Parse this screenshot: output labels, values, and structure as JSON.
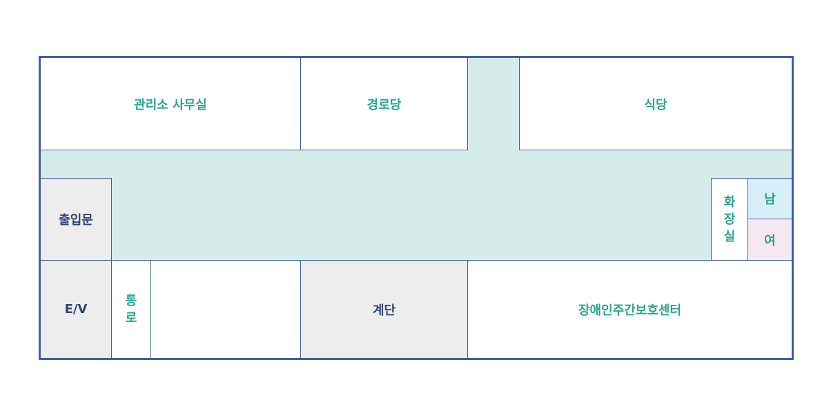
{
  "floor_plan": {
    "colors": {
      "wall": "#3d5fa3",
      "corridor": "#d6ecea",
      "label_teal": "#2aa394",
      "label_navy": "#2e4377",
      "utility_gray": "#ededed",
      "restroom_male": "#d8eef9",
      "restroom_female": "#f7e9f1"
    },
    "top_row": {
      "office": "관리소 사무실",
      "senior_center": "경로당",
      "cafeteria": "식당"
    },
    "middle_row": {
      "entrance": "출입문",
      "restroom": "화장실",
      "restroom_male": "남",
      "restroom_female": "여"
    },
    "bottom_row": {
      "elevator": "E/V",
      "passage": "통로",
      "stairs": "계단",
      "day_care_center": "장애인주간보호센터"
    }
  }
}
